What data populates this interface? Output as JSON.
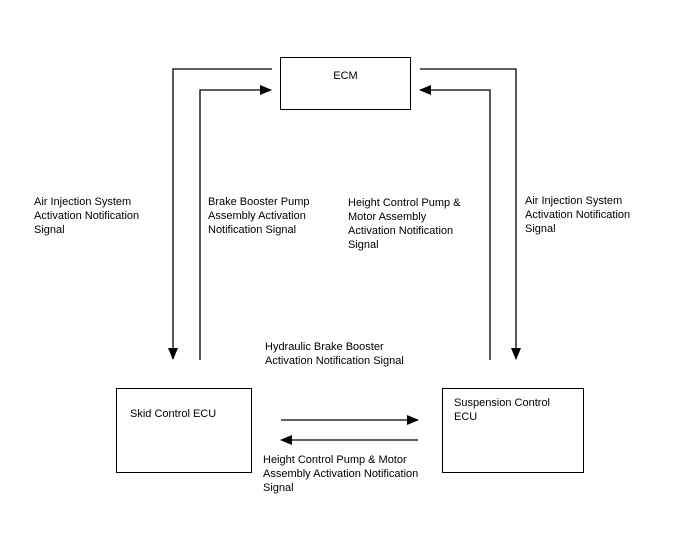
{
  "nodes": {
    "ecm": "ECM",
    "skid_control_ecu": "Skid Control ECU",
    "suspension_control_ecu": "Suspension Control\nECU"
  },
  "signals": {
    "air_injection_left": "Air Injection System\nActivation Notification\nSignal",
    "brake_booster_pump": "Brake Booster Pump\nAssembly Activation\nNotification Signal",
    "height_control_top": "Height Control Pump &\nMotor Assembly\nActivation Notification\nSignal",
    "air_injection_right": "Air Injection System\nActivation Notification\nSignal",
    "hydraulic_brake_booster": "Hydraulic Brake Booster\nActivation Notification Signal",
    "height_control_bottom": "Height Control Pump & Motor\nAssembly Activation Notification\nSignal"
  },
  "colors": {
    "line": "#000000",
    "background": "#ffffff"
  }
}
